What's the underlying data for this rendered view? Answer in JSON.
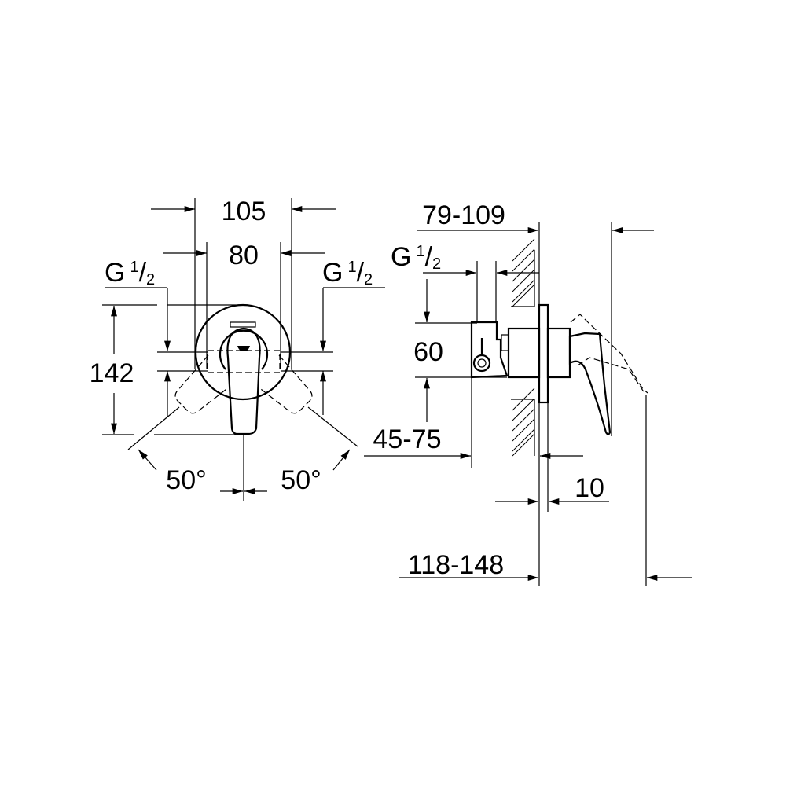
{
  "front_view": {
    "width_outer": "105",
    "width_inner": "80",
    "height": "142",
    "thread_left": {
      "prefix": "G",
      "num": "1",
      "den": "2"
    },
    "thread_right": {
      "prefix": "G",
      "num": "1",
      "den": "2"
    },
    "angle_left": "50°",
    "angle_right": "50°"
  },
  "side_view": {
    "depth_range": "79-109",
    "thread": {
      "prefix": "G",
      "num": "1",
      "den": "2"
    },
    "inlet_spacing": "60",
    "body_depth": "45-75",
    "plate_thickness": "10",
    "total_depth": "118-148"
  }
}
